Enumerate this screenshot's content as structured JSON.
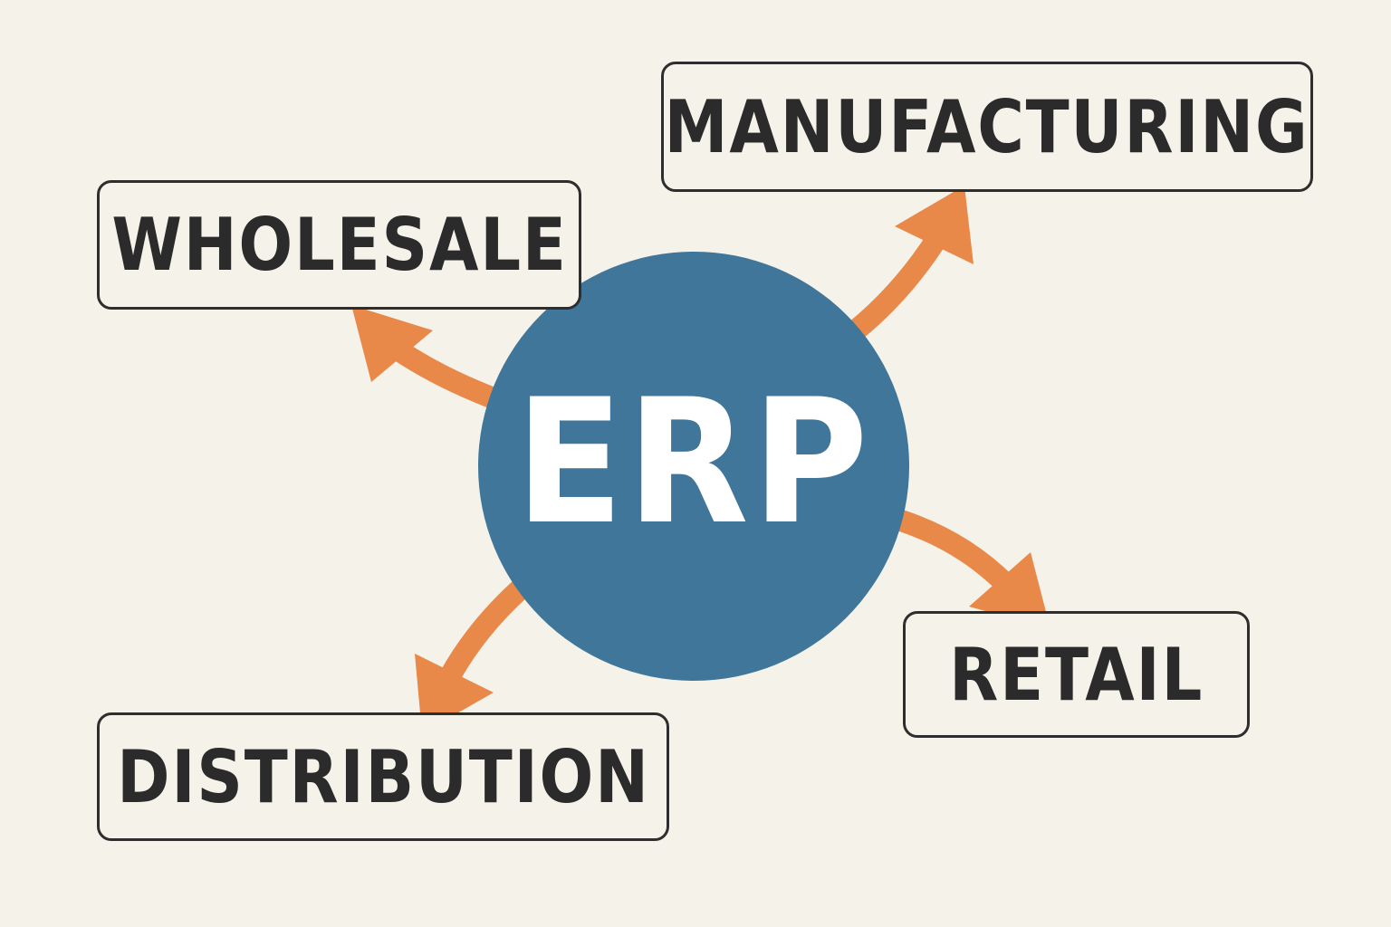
{
  "center": {
    "label": "ERP"
  },
  "nodes": {
    "manufacturing": "MANUFACTURING",
    "wholesale": "WHOLESALE",
    "retail": "RETAIL",
    "distribution": "DISTRIBUTION"
  },
  "colors": {
    "background": "#f5f2ea",
    "circle": "#3f7699",
    "arrow": "#e8894a",
    "text": "#2b2b2b"
  }
}
